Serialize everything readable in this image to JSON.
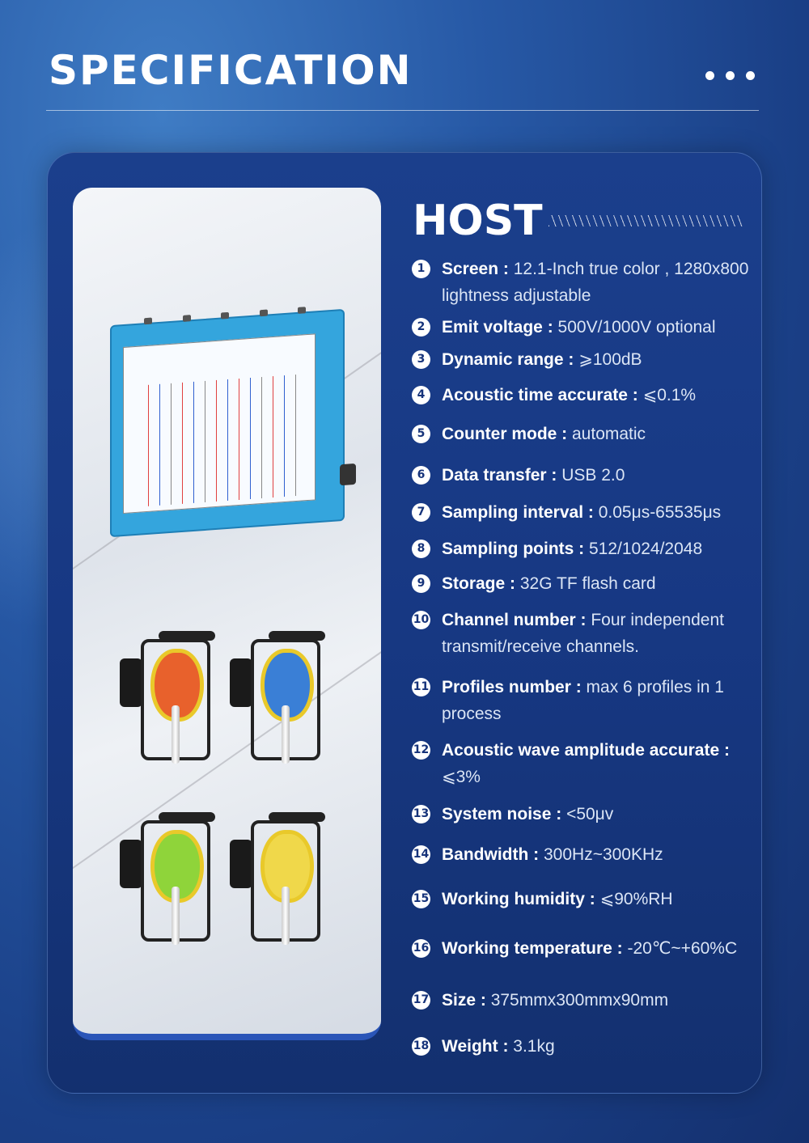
{
  "header": {
    "title": "SPECIFICATION"
  },
  "section": {
    "title": "HOST"
  },
  "specs": [
    {
      "num": "1",
      "label": "Screen : ",
      "value": "12.1-Inch true color , 1280x800 lightness adjustable"
    },
    {
      "num": "2",
      "label": "Emit voltage : ",
      "value": "500V/1000V optional"
    },
    {
      "num": "3",
      "label": "Dynamic range : ",
      "value": "⩾100dB"
    },
    {
      "num": "4",
      "label": "Acoustic time accurate : ",
      "value": "⩽0.1%"
    },
    {
      "num": "5",
      "label": "Counter mode : ",
      "value": "automatic"
    },
    {
      "num": "6",
      "label": "Data transfer : ",
      "value": "USB 2.0"
    },
    {
      "num": "7",
      "label": "Sampling interval : ",
      "value": "0.05μs-65535μs"
    },
    {
      "num": "8",
      "label": "Sampling points : ",
      "value": "512/1024/2048"
    },
    {
      "num": "9",
      "label": "Storage : ",
      "value": "32G TF flash card"
    },
    {
      "num": "10",
      "label": "Channel number : ",
      "value": "Four independent transmit/receive channels."
    },
    {
      "num": "11",
      "label": "Profiles number : ",
      "value": "max 6 profiles in 1 process"
    },
    {
      "num": "12",
      "label": "Acoustic wave amplitude accurate : ",
      "value": "⩽3%"
    },
    {
      "num": "13",
      "label": "System noise : ",
      "value": "<50μv"
    },
    {
      "num": "14",
      "label": "Bandwidth : ",
      "value": "300Hz~300KHz"
    },
    {
      "num": "15",
      "label": "Working humidity : ",
      "value": "⩽90%RH"
    },
    {
      "num": "16",
      "label": "Working temperature : ",
      "value": "-20℃~+60%C"
    },
    {
      "num": "17",
      "label": "Size : ",
      "value": "375mmx300mmx90mm"
    },
    {
      "num": "18",
      "label": "Weight : ",
      "value": "3.1kg"
    }
  ],
  "reel_colors": [
    "#e8612c",
    "#3a7fd6",
    "#8fd43a",
    "#f0d84a"
  ]
}
